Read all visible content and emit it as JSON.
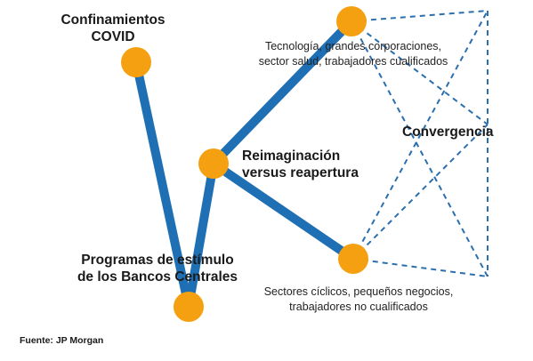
{
  "labels": {
    "lockdowns": [
      "Confinamientos",
      "COVID"
    ],
    "stimulus": [
      "Programas de estímulo",
      "de los Bancos Centrales"
    ],
    "reimagination": [
      "Reimaginación",
      "versus reapertura"
    ],
    "winners": [
      "Tecnología, grandes corporaciones,",
      "sector salud, trabajadores cualificados"
    ],
    "losers": [
      "Sectores cíclicos, pequeños negocios,",
      "trabajadores no cualificados"
    ],
    "convergence": "Convergencia"
  },
  "source": "Fuente: JP Morgan",
  "colors": {
    "line": "#1f6fb5",
    "node": "#f5a010",
    "dashed": "#2a6fae",
    "text": "#1a1a1a"
  }
}
